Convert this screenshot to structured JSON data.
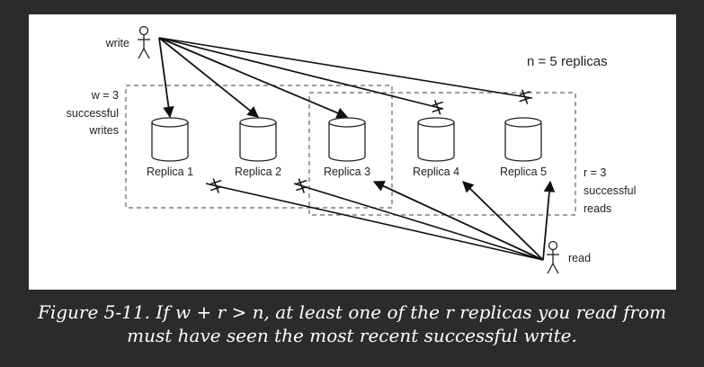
{
  "diagram": {
    "write_label": "write",
    "read_label": "read",
    "n_label": "n = 5 replicas",
    "w_label_lines": [
      "w = 3",
      "successful",
      "writes"
    ],
    "r_label_lines": [
      "r = 3",
      "successful",
      "reads"
    ],
    "replicas": [
      "Replica 1",
      "Replica 2",
      "Replica 3",
      "Replica 4",
      "Replica 5"
    ],
    "write_success": [
      true,
      true,
      true,
      false,
      false
    ],
    "read_success": [
      false,
      false,
      true,
      true,
      true
    ]
  },
  "caption": {
    "line1": "Figure 5-11. If w + r > n, at least one of the r replicas you read from",
    "line2": "must have seen the most recent successful write."
  }
}
